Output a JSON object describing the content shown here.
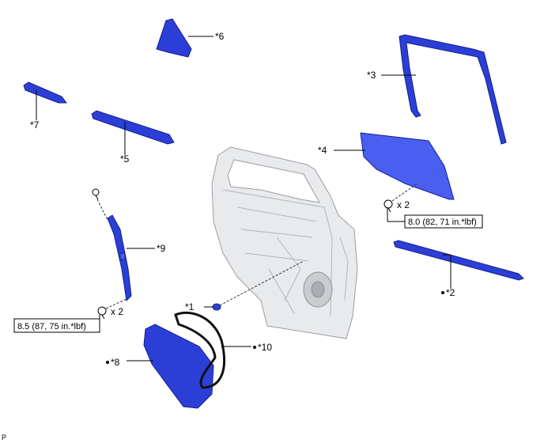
{
  "callouts": {
    "c1": "*1",
    "c2": "*2",
    "c3": "*3",
    "c4": "*4",
    "c5": "*5",
    "c6": "*6",
    "c7": "*7",
    "c8": "*8",
    "c9": "*9",
    "c10": "*10"
  },
  "bolts": {
    "window_qty": "x 2",
    "window_torque": "8.0 (82, 71 in.*lbf)",
    "frame_qty": "x 2",
    "frame_torque": "8.5 (87, 75 in.*lbf)"
  },
  "figure_code": "P",
  "colors": {
    "part_blue": "#2b3fd6",
    "door_grey": "#e9eaec"
  }
}
